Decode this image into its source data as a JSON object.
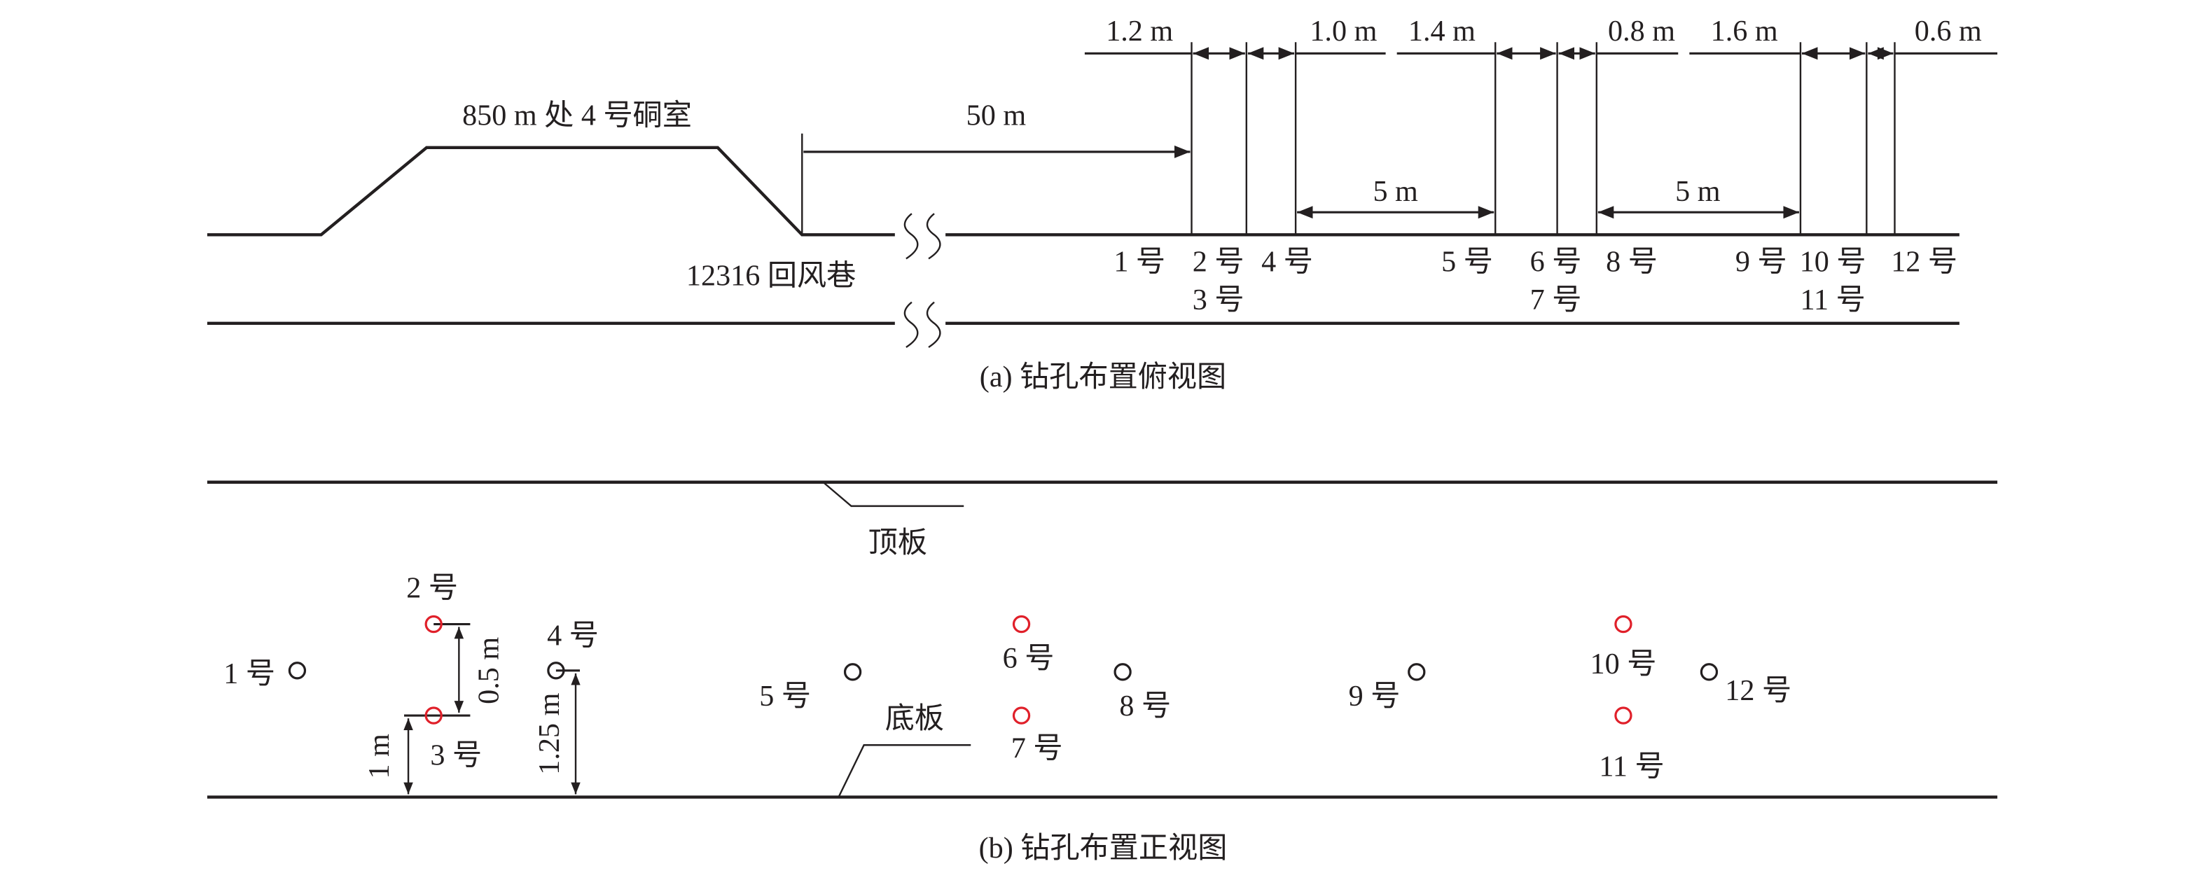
{
  "colors": {
    "line": "#231f20",
    "highlight_hole": "#e0202a",
    "normal_hole": "#231f20"
  },
  "top_view": {
    "caption": "(a) 钻孔布置俯视图",
    "chamber_label": "850 m 处 4 号硐室",
    "roadway_label": "12316 回风巷",
    "distance_50": "50 m",
    "spacings": [
      "1.2 m",
      "1.0 m",
      "1.4 m",
      "0.8 m",
      "1.6 m",
      "0.6 m"
    ],
    "span_5m_a": "5 m",
    "span_5m_b": "5 m",
    "holes_row1": [
      "1 号",
      "2 号",
      "4 号",
      "5 号",
      "6 号",
      "8 号",
      "9 号",
      "10 号",
      "12 号"
    ],
    "holes_row2": [
      "3 号",
      "7 号",
      "11 号"
    ]
  },
  "front_view": {
    "caption": "(b) 钻孔布置正视图",
    "roof_label": "顶板",
    "floor_label": "底板",
    "dim_0_5": "0.5 m",
    "dim_1": "1 m",
    "dim_1_25": "1.25 m",
    "holes": [
      {
        "label": "1 号",
        "highlight": false
      },
      {
        "label": "2 号",
        "highlight": true
      },
      {
        "label": "3 号",
        "highlight": true
      },
      {
        "label": "4 号",
        "highlight": false
      },
      {
        "label": "5 号",
        "highlight": false
      },
      {
        "label": "6 号",
        "highlight": true
      },
      {
        "label": "7 号",
        "highlight": true
      },
      {
        "label": "8 号",
        "highlight": false
      },
      {
        "label": "9 号",
        "highlight": false
      },
      {
        "label": "10 号",
        "highlight": true
      },
      {
        "label": "11 号",
        "highlight": true
      },
      {
        "label": "12 号",
        "highlight": false
      }
    ]
  }
}
